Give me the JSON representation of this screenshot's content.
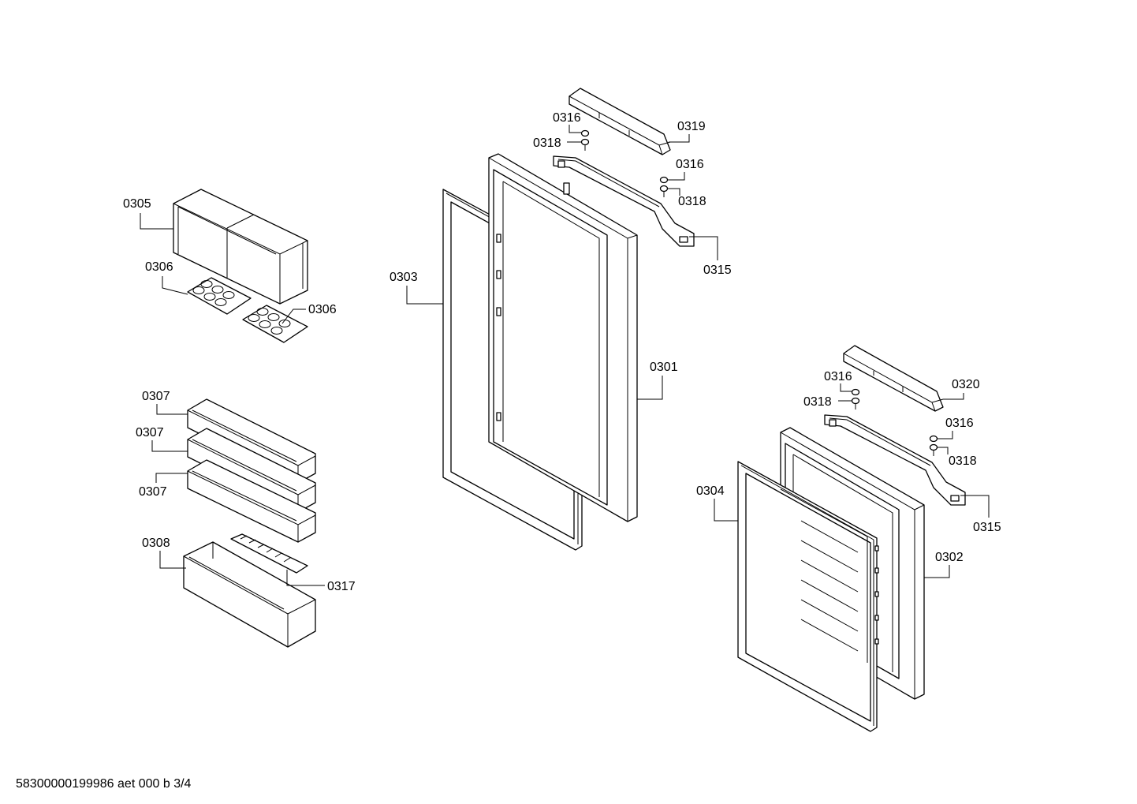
{
  "footer": {
    "code": "58300000199986 aet 000 b 3/4"
  },
  "labels": {
    "l0305": "0305",
    "l0306a": "0306",
    "l0306b": "0306",
    "l0307a": "0307",
    "l0307b": "0307",
    "l0307c": "0307",
    "l0308": "0308",
    "l0317": "0317",
    "l0303": "0303",
    "l0301": "0301",
    "l0316a": "0316",
    "l0318a": "0318",
    "l0319": "0319",
    "l0316b": "0316",
    "l0318b": "0318",
    "l0315a": "0315",
    "l0316c": "0316",
    "l0318c": "0318",
    "l0320": "0320",
    "l0316d": "0316",
    "l0318d": "0318",
    "l0315b": "0315",
    "l0304": "0304",
    "l0302": "0302"
  }
}
